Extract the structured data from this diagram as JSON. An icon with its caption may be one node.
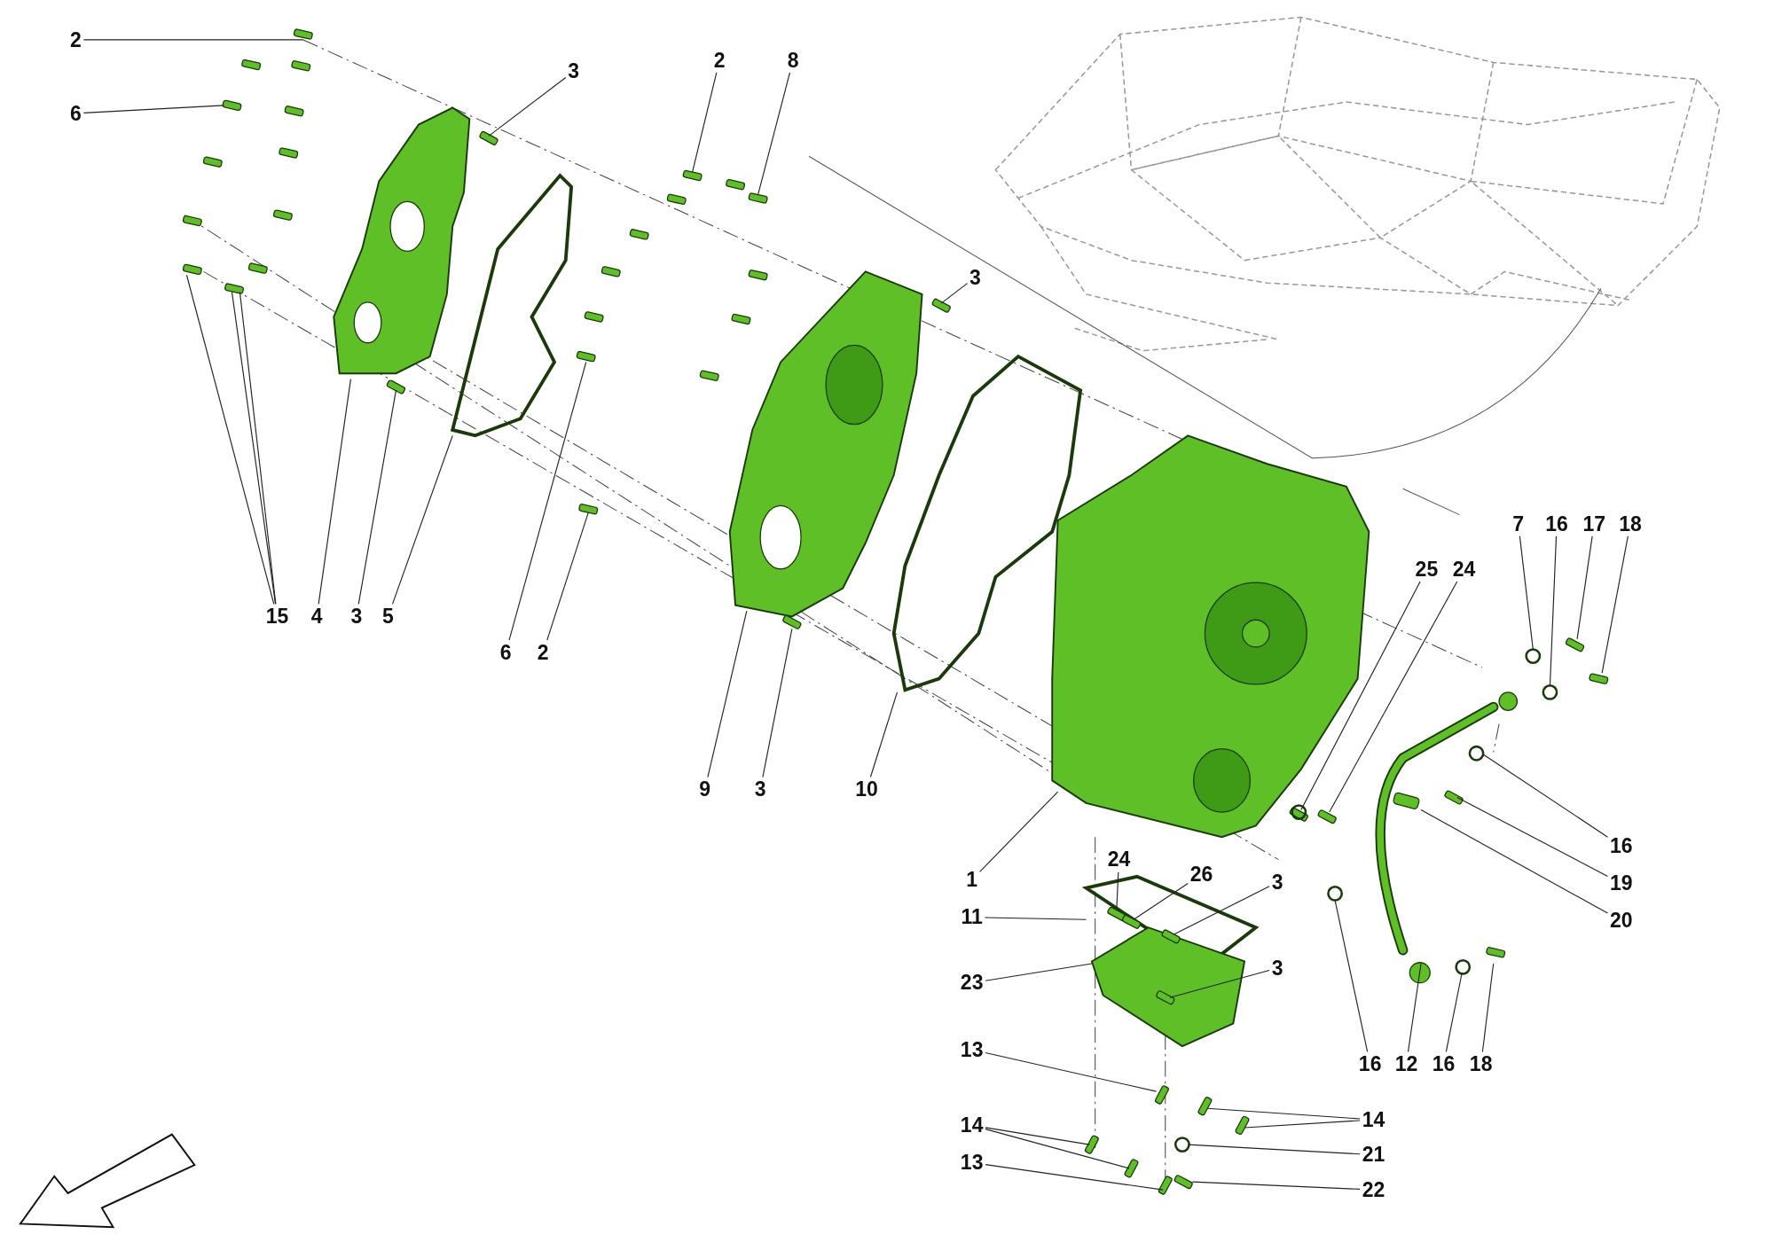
{
  "diagram": {
    "nodes": [
      {
        "text": [
          "2"
        ]
      },
      {
        "text": [
          "6"
        ]
      },
      {
        "text": [
          "3"
        ]
      },
      {
        "text": [
          "2"
        ]
      },
      {
        "text": [
          "8"
        ]
      },
      {
        "text": [
          "3"
        ]
      },
      {
        "text": [
          "15"
        ]
      },
      {
        "text": [
          "4"
        ]
      },
      {
        "text": [
          "3"
        ]
      },
      {
        "text": [
          "5"
        ]
      },
      {
        "text": [
          "6"
        ]
      },
      {
        "text": [
          "2"
        ]
      },
      {
        "text": [
          "9"
        ]
      },
      {
        "text": [
          "3"
        ]
      },
      {
        "text": [
          "10"
        ]
      },
      {
        "text": [
          "1"
        ]
      },
      {
        "text": [
          "24"
        ]
      },
      {
        "text": [
          "26"
        ]
      },
      {
        "text": [
          "3"
        ]
      },
      {
        "text": [
          "11"
        ]
      },
      {
        "text": [
          "3"
        ]
      },
      {
        "text": [
          "23"
        ]
      },
      {
        "text": [
          "13"
        ]
      },
      {
        "text": [
          "14"
        ]
      },
      {
        "text": [
          "13"
        ]
      },
      {
        "text": [
          "14"
        ]
      },
      {
        "text": [
          "21"
        ]
      },
      {
        "text": [
          "22"
        ]
      },
      {
        "text": [
          "25"
        ]
      },
      {
        "text": [
          "24"
        ]
      },
      {
        "text": [
          "7"
        ]
      },
      {
        "text": [
          "16"
        ]
      },
      {
        "text": [
          "17"
        ]
      },
      {
        "text": [
          "18"
        ]
      },
      {
        "text": [
          "16"
        ]
      },
      {
        "text": [
          "19"
        ]
      },
      {
        "text": [
          "20"
        ]
      },
      {
        "text": [
          "16"
        ]
      },
      {
        "text": [
          "12"
        ]
      },
      {
        "text": [
          "16"
        ]
      },
      {
        "text": [
          "18"
        ]
      }
    ],
    "edges": [
      {
        "from": 0,
        "to": null,
        "arrow": "none"
      },
      {
        "from": 1,
        "to": null,
        "arrow": "none"
      },
      {
        "from": 2,
        "to": null,
        "arrow": "none"
      },
      {
        "from": 3,
        "to": null,
        "arrow": "none"
      },
      {
        "from": 4,
        "to": null,
        "arrow": "none"
      },
      {
        "from": 5,
        "to": null,
        "arrow": "none"
      },
      {
        "from": 6,
        "to": null,
        "arrow": "none"
      },
      {
        "from": 6,
        "to": null,
        "arrow": "none"
      },
      {
        "from": 6,
        "to": null,
        "arrow": "none"
      },
      {
        "from": 7,
        "to": null,
        "arrow": "none"
      },
      {
        "from": 8,
        "to": null,
        "arrow": "none"
      },
      {
        "from": 9,
        "to": null,
        "arrow": "none"
      },
      {
        "from": 10,
        "to": null,
        "arrow": "none"
      },
      {
        "from": 11,
        "to": null,
        "arrow": "none"
      },
      {
        "from": 12,
        "to": null,
        "arrow": "none"
      },
      {
        "from": 13,
        "to": null,
        "arrow": "none"
      },
      {
        "from": 14,
        "to": null,
        "arrow": "none"
      },
      {
        "from": 15,
        "to": null,
        "arrow": "none"
      },
      {
        "from": 16,
        "to": null,
        "arrow": "none"
      },
      {
        "from": 17,
        "to": null,
        "arrow": "none"
      },
      {
        "from": 18,
        "to": null,
        "arrow": "none"
      },
      {
        "from": 19,
        "to": null,
        "arrow": "none"
      },
      {
        "from": 20,
        "to": null,
        "arrow": "none"
      },
      {
        "from": 21,
        "to": null,
        "arrow": "none"
      },
      {
        "from": 22,
        "to": null,
        "arrow": "none"
      },
      {
        "from": 23,
        "to": null,
        "arrow": "none"
      },
      {
        "from": 23,
        "to": null,
        "arrow": "none"
      },
      {
        "from": 24,
        "to": null,
        "arrow": "none"
      },
      {
        "from": 25,
        "to": null,
        "arrow": "none"
      },
      {
        "from": 25,
        "to": null,
        "arrow": "none"
      },
      {
        "from": 26,
        "to": null,
        "arrow": "none"
      },
      {
        "from": 27,
        "to": null,
        "arrow": "none"
      },
      {
        "from": 28,
        "to": null,
        "arrow": "none"
      },
      {
        "from": 29,
        "to": null,
        "arrow": "none"
      },
      {
        "from": 30,
        "to": null,
        "arrow": "none"
      },
      {
        "from": 31,
        "to": null,
        "arrow": "none"
      },
      {
        "from": 32,
        "to": null,
        "arrow": "none"
      },
      {
        "from": 33,
        "to": null,
        "arrow": "none"
      },
      {
        "from": 34,
        "to": null,
        "arrow": "none"
      },
      {
        "from": 35,
        "to": null,
        "arrow": "none"
      },
      {
        "from": 36,
        "to": null,
        "arrow": "none"
      },
      {
        "from": 37,
        "to": null,
        "arrow": "none"
      },
      {
        "from": 38,
        "to": null,
        "arrow": "none"
      },
      {
        "from": 39,
        "to": null,
        "arrow": "none"
      },
      {
        "from": 40,
        "to": null,
        "arrow": "none"
      }
    ]
  }
}
